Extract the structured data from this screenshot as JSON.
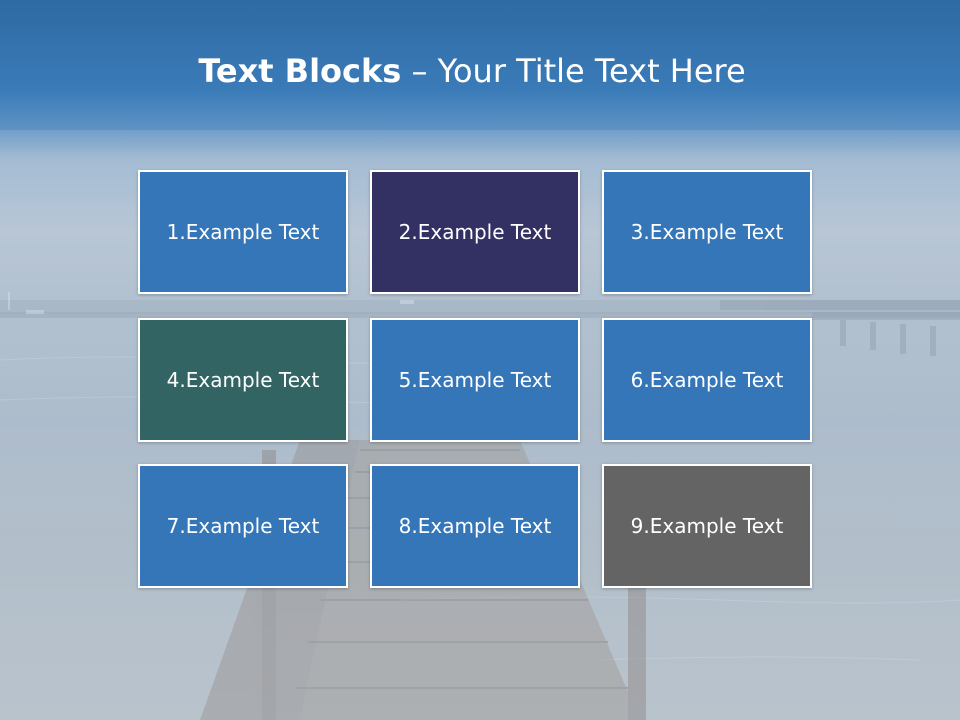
{
  "slide": {
    "title_bold": "Text Blocks",
    "title_dash": " – ",
    "title_rest": "Your Title Text Here"
  },
  "blocks": [
    {
      "label": "1.Example Text",
      "color": "#3476b8"
    },
    {
      "label": "2.Example Text",
      "color": "#333063"
    },
    {
      "label": "3.Example Text",
      "color": "#3476b8"
    },
    {
      "label": "4.Example Text",
      "color": "#326463"
    },
    {
      "label": "5.Example Text",
      "color": "#3476b8"
    },
    {
      "label": "6.Example Text",
      "color": "#3476b8"
    },
    {
      "label": "7.Example Text",
      "color": "#3476b8"
    },
    {
      "label": "8.Example Text",
      "color": "#3476b8"
    },
    {
      "label": "9.Example Text",
      "color": "#646464"
    }
  ]
}
